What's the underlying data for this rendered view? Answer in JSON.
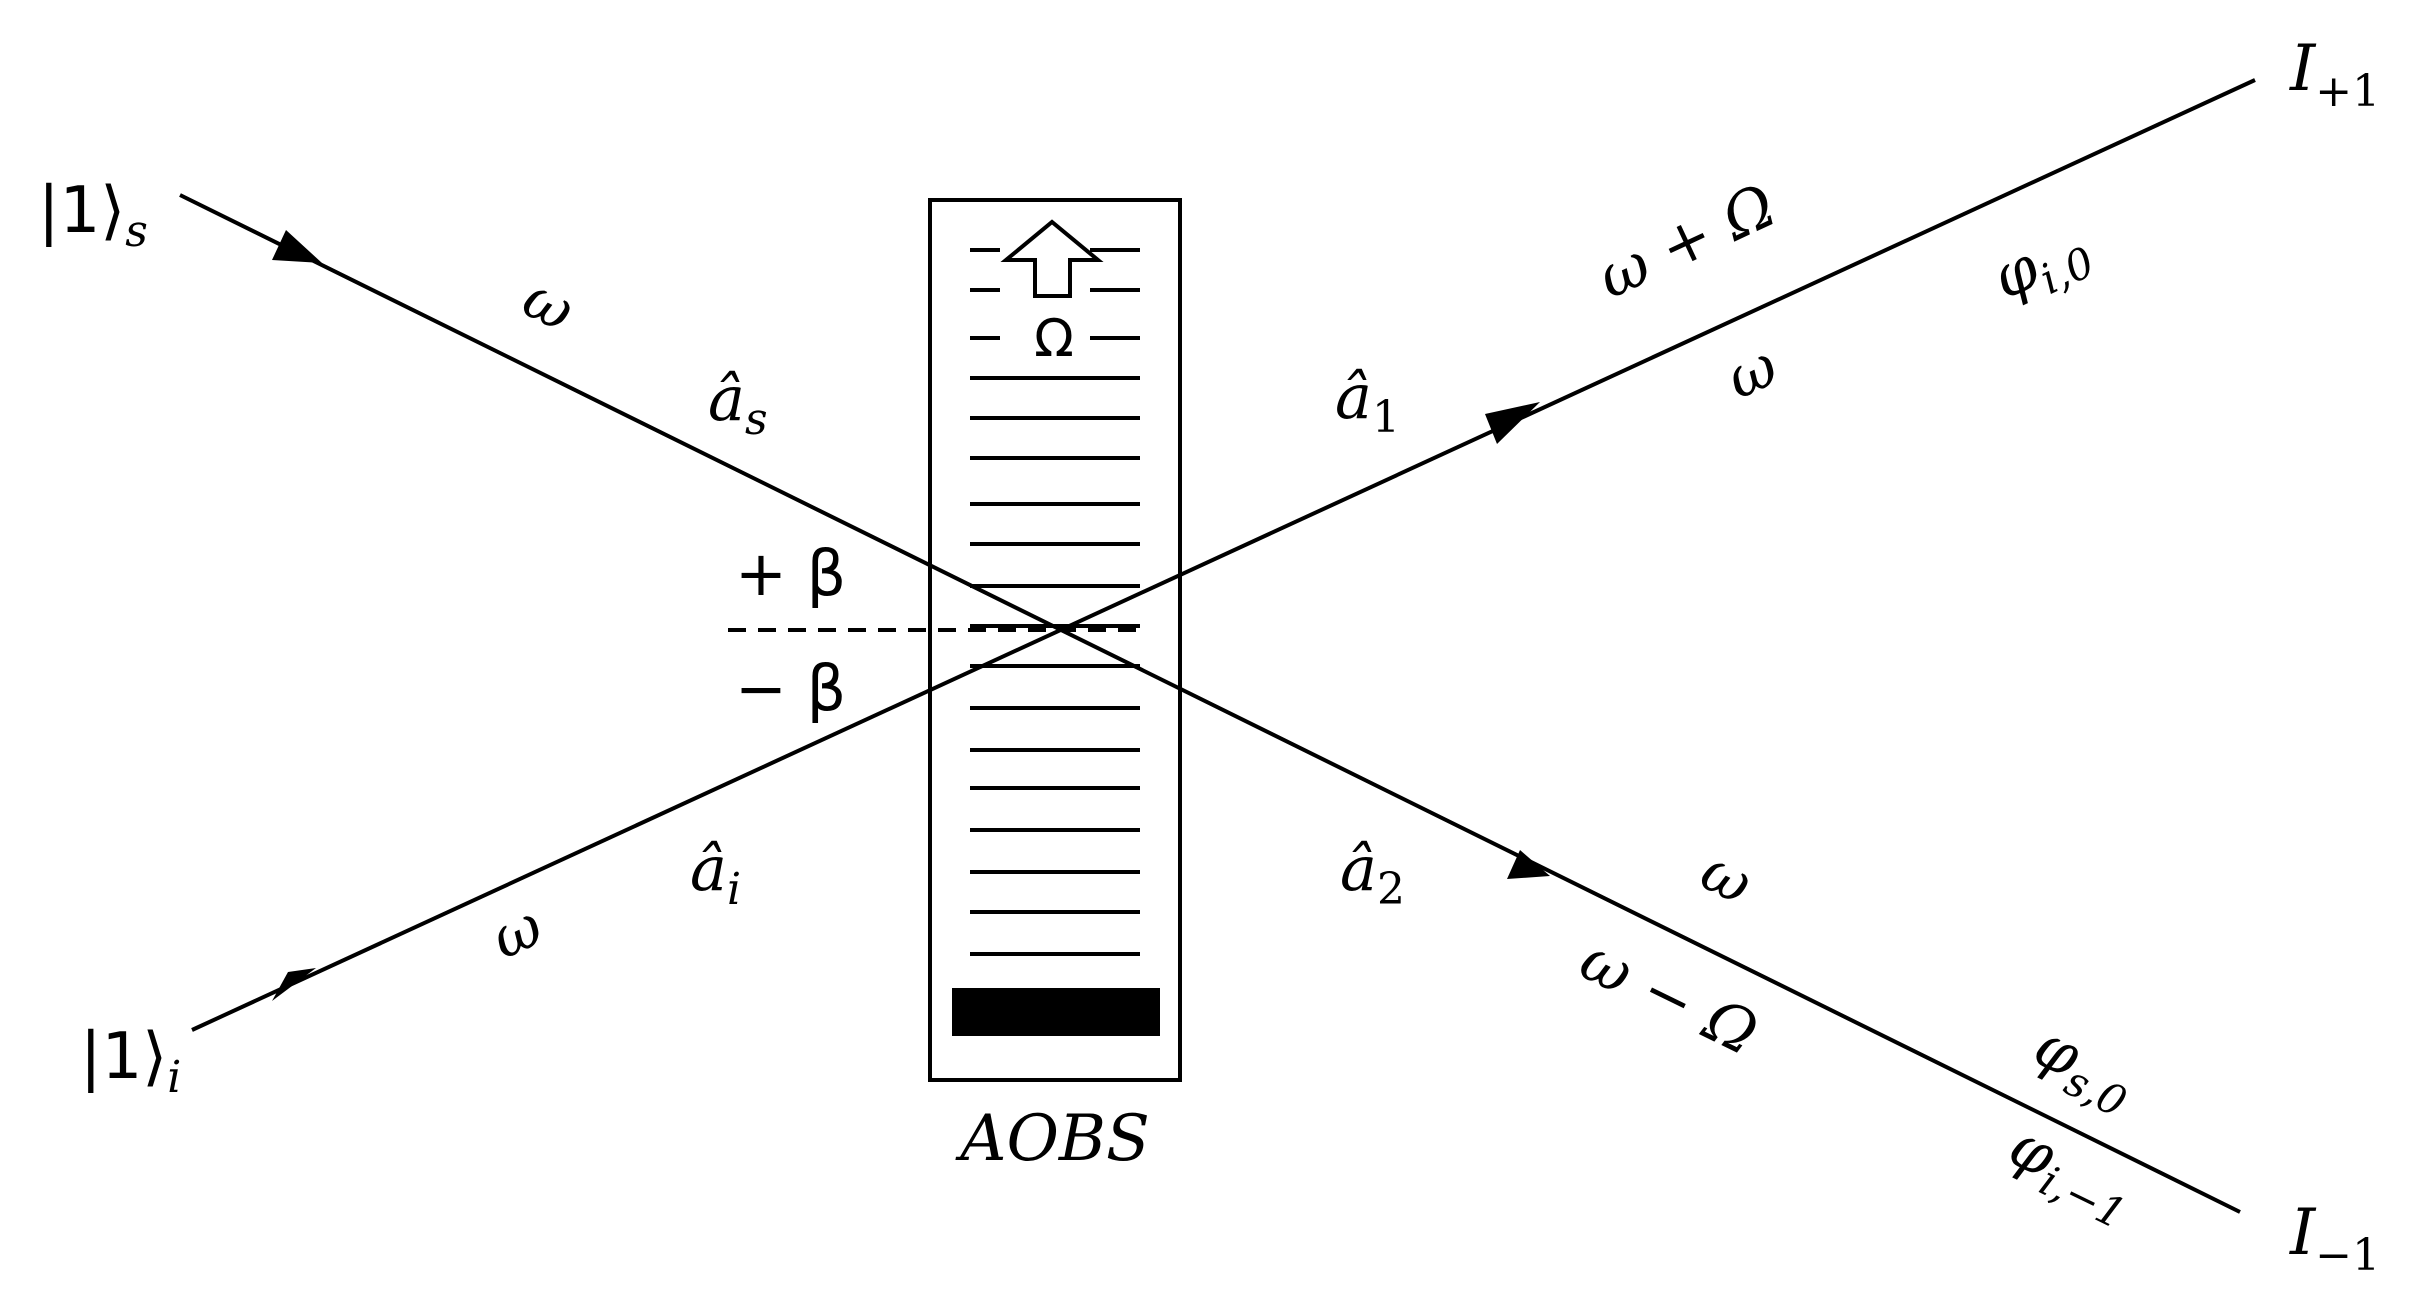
{
  "inputs": {
    "signal_ket": "|1⟩",
    "signal_sub": "s",
    "idler_ket": "|1⟩",
    "idler_sub": "i"
  },
  "outputs": {
    "upper_I": "I",
    "upper_sub": "+1",
    "lower_I": "I",
    "lower_sub": "−1"
  },
  "modes": {
    "a_s": "â",
    "a_s_sub": "s",
    "a_i": "â",
    "a_i_sub": "i",
    "a_1": "â",
    "a_1_sub": "1",
    "a_2": "â",
    "a_2_sub": "2"
  },
  "frequencies": {
    "signal_in": "ω",
    "idler_in": "ω",
    "out1_shifted": "ω + Ω",
    "out1_unshifted": "ω",
    "out2_unshifted": "ω",
    "out2_shifted": "ω − Ω"
  },
  "phases": {
    "phi_i0": "φ",
    "phi_i0_sub": "i,0",
    "phi_s0": "φ",
    "phi_s0_sub": "s,0",
    "phi_im1": "φ",
    "phi_im1_sub": "i,−1"
  },
  "angles": {
    "plus_beta": "+ β",
    "minus_beta": "− β"
  },
  "device": {
    "label": "AOBS",
    "acoustic_freq": "Ω"
  }
}
